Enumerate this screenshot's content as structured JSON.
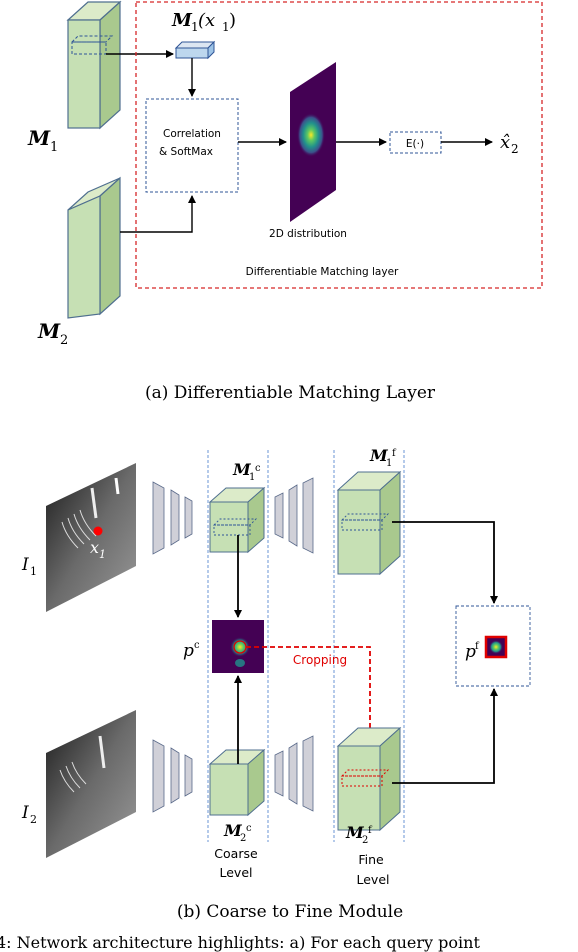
{
  "diagram_a": {
    "m1_label": "M",
    "m1_sub": "1",
    "m2_label": "M",
    "m2_sub": "2",
    "m1x1_label": "M",
    "m1x1_sub": "1",
    "m1x1_arg": "(x",
    "m1x1_arg_sub": "1",
    "m1x1_close": ")",
    "correlation_line1": "Correlation",
    "correlation_line2": "& SoftMax",
    "distribution_label": "2D distribution",
    "expectation_label": "E(·)",
    "output_label": "x̂",
    "output_sub": "2",
    "layer_label": "Differentiable Matching layer",
    "caption": "(a) Differentiable Matching Layer"
  },
  "diagram_b": {
    "i1_label": "I",
    "i1_sub": "1",
    "i2_label": "I",
    "i2_sub": "2",
    "x1_label": "x",
    "x1_sub": "1",
    "m1c_label": "M",
    "m1c_sub": "1",
    "m1c_sup": "c",
    "m1f_label": "M",
    "m1f_sub": "1",
    "m1f_sup": "f",
    "m2c_label": "M",
    "m2c_sub": "2",
    "m2c_sup": "c",
    "m2f_label": "M",
    "m2f_sub": "2",
    "m2f_sup": "f",
    "pc_label": "p",
    "pc_sup": "c",
    "pf_label": "p",
    "pf_sup": "f",
    "cropping_label": "Cropping",
    "coarse_line1": "Coarse",
    "coarse_line2": "Level",
    "fine_line1": "Fine",
    "fine_line2": "Level",
    "caption": "(b) Coarse to Fine Module"
  },
  "footer_caption": "4: Network architecture highlights: a) For each query point",
  "colors": {
    "feature_green": "#c6e0b4",
    "feature_edge": "#5a7d9a",
    "encoder_gray": "#d0d0d8",
    "red_dashed": "#d62728",
    "blue_dashed": "#2f5597",
    "heatmap_bg": "#440154"
  }
}
